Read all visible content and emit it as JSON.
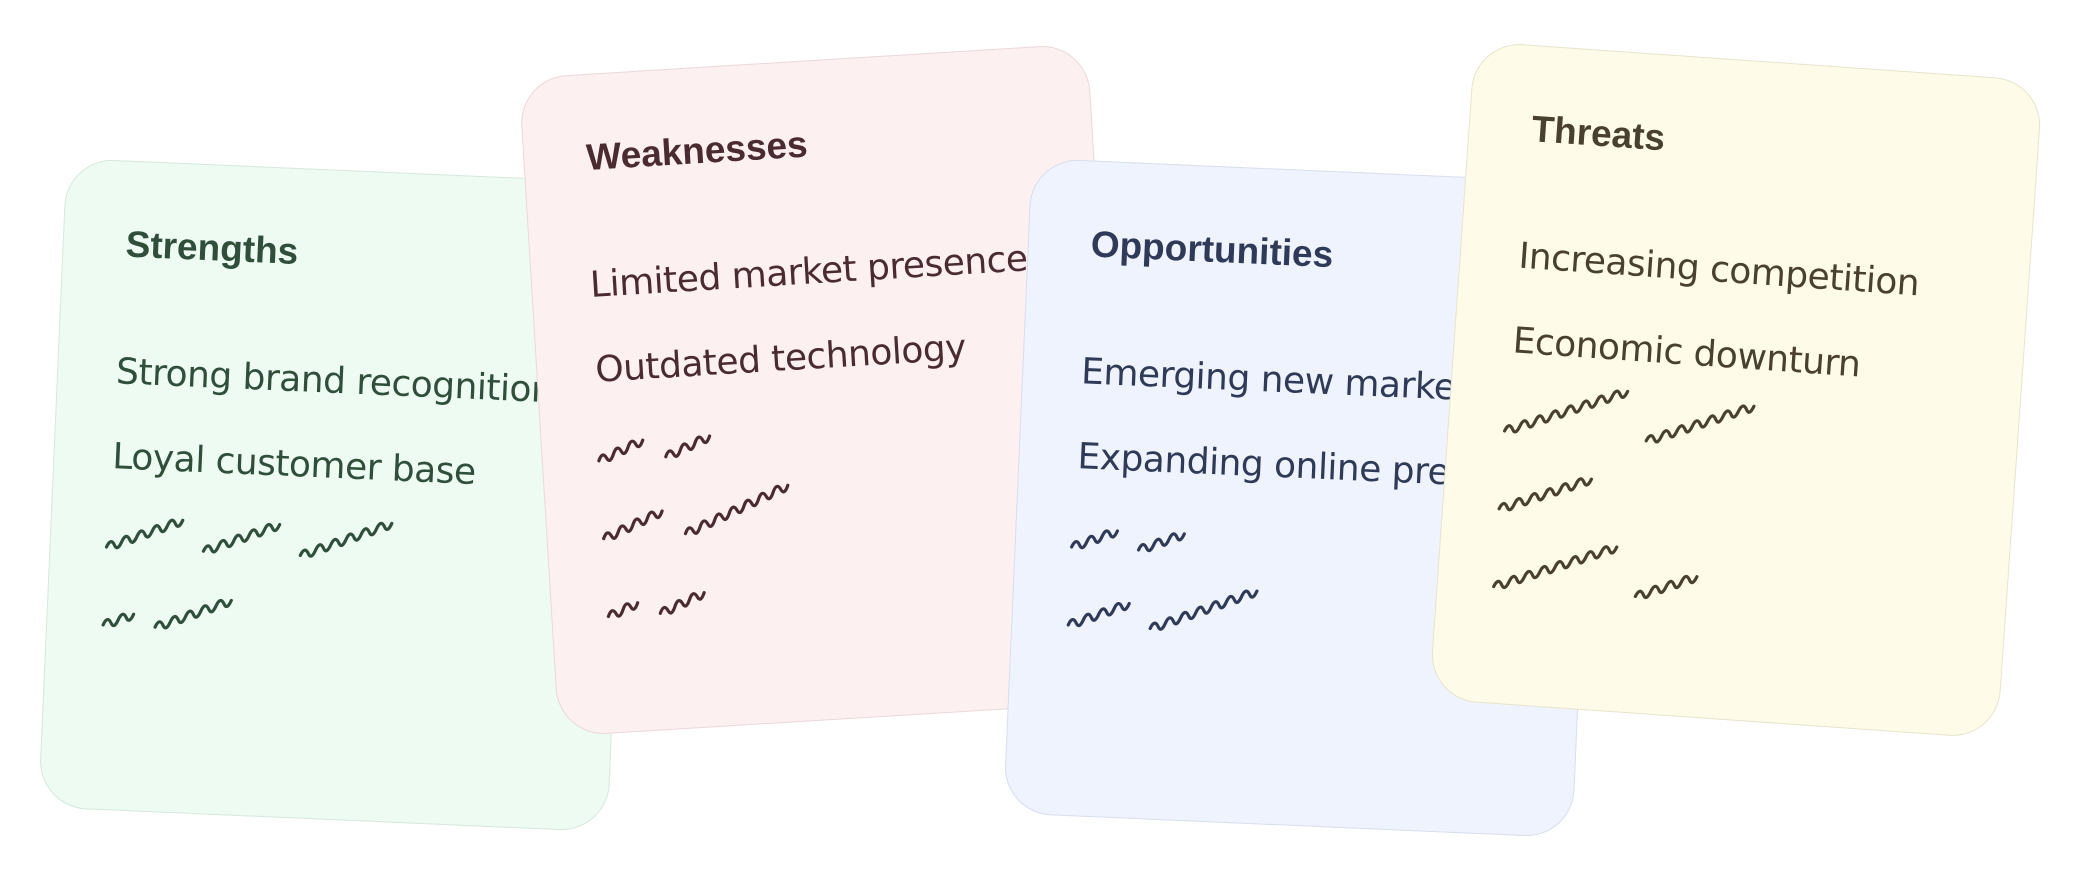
{
  "cards": [
    {
      "key": "strengths",
      "title": "Strengths",
      "items": [
        "Strong brand recognition",
        "Loyal customer base"
      ],
      "colors": {
        "background": "#edfbf2",
        "text": "#2f4f3b",
        "border": "#d6e8dc"
      }
    },
    {
      "key": "weaknesses",
      "title": "Weaknesses",
      "items": [
        "Limited market presence",
        "Outdated technology"
      ],
      "colors": {
        "background": "#fdf0f1",
        "text": "#4a2c30",
        "border": "#ecd8da"
      }
    },
    {
      "key": "opportunities",
      "title": "Opportunities",
      "items": [
        "Emerging new markets",
        "Expanding online presence"
      ],
      "colors": {
        "background": "#eef3fd",
        "text": "#2f3a58",
        "border": "#d7deee"
      }
    },
    {
      "key": "threats",
      "title": "Threats",
      "items": [
        "Increasing competition",
        "Economic downturn"
      ],
      "colors": {
        "background": "#fefce9",
        "text": "#4a4030",
        "border": "#e8e4cd"
      }
    }
  ],
  "scribble_lines": [
    [
      [
        5,
        5,
        6
      ],
      [
        2,
        5
      ]
    ],
    [
      [
        3,
        3
      ],
      [
        4,
        7
      ],
      [
        2,
        3
      ]
    ],
    [
      [
        3,
        3
      ],
      [
        4,
        7
      ]
    ],
    [
      [
        8,
        7
      ],
      [
        6
      ],
      [
        8,
        4
      ]
    ]
  ]
}
